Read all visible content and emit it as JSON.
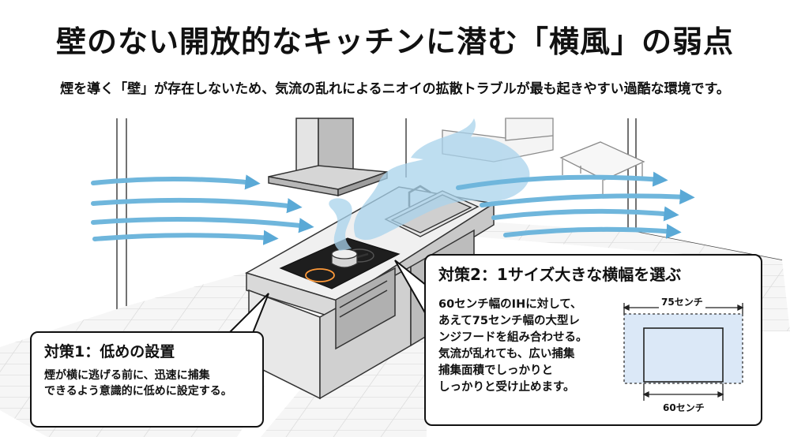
{
  "header": {
    "title": "壁のない開放的なキッチンに潜む「横風」の弱点",
    "subtitle": "煙を導く「壁」が存在しないため、気流の乱れによるニオイの拡散トラブルが最も起きやすい過酷な環境です。"
  },
  "callout_low": {
    "heading": "対策1：低めの設置",
    "lines": [
      "煙が横に逃げる前に、迅速に捕集",
      "できるよう意識的に低めに設定する。"
    ]
  },
  "callout_wide": {
    "heading": "対策2：1サイズ大きな横幅を選ぶ",
    "lines": [
      "60センチ幅のIHに対して、",
      "あえて75センチ幅の大型レ",
      "ンジフードを組み合わせる。",
      "気流が乱れても、広い捕集",
      "捕集面積でしっかりと",
      "しっかりと受け止めます。"
    ],
    "hood_width_label": "75センチ",
    "ih_width_label": "60センチ"
  },
  "colors": {
    "arrow": "#6fb6dc",
    "wind_cloud": "#a9d3ec",
    "hood_area_fill": "#dbe8f7",
    "line": "#222222"
  }
}
